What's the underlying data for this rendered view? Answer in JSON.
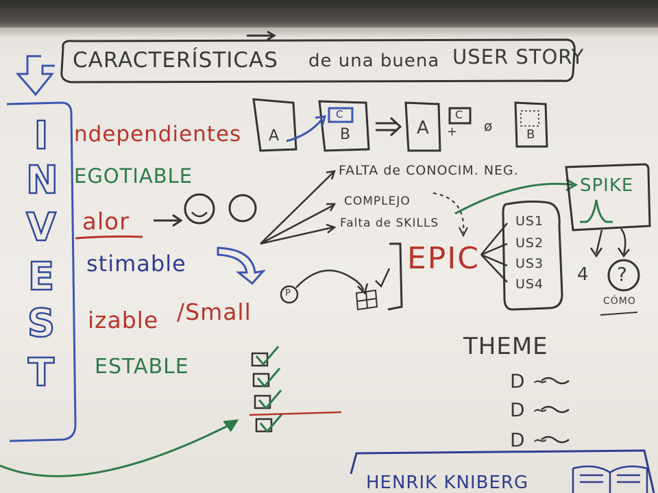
{
  "title": {
    "left": "CARACTERÍSTICAS",
    "middle": "de una buena",
    "right": "USER STORY"
  },
  "acronym": {
    "letters": [
      "I",
      "N",
      "V",
      "E",
      "S",
      "T"
    ],
    "words": [
      "ndependientes",
      "EGOTIABLE",
      "alor",
      "stimable",
      "izable",
      "/Small",
      "ESTABLE"
    ]
  },
  "independence_diagram": {
    "box_a": "A",
    "box_b": "B",
    "box_c": "C",
    "plus": "+",
    "or": "ø"
  },
  "estimate_reasons": [
    "FALTA de CONOCIM. NEG.",
    "COMPLEJO",
    "Falta de SKILLS"
  ],
  "spike": {
    "label": "SPIKE",
    "answer": "4",
    "question": "?",
    "how": "CÓMO"
  },
  "epic": {
    "label": "EPIC",
    "stories": [
      "US1",
      "US2",
      "US3",
      "US4"
    ]
  },
  "small": {
    "p_marker": "P"
  },
  "theme": {
    "label": "THEME",
    "items": [
      "D ~",
      "D ~",
      "D ~"
    ]
  },
  "credit": "HENRIK KNIBERG"
}
